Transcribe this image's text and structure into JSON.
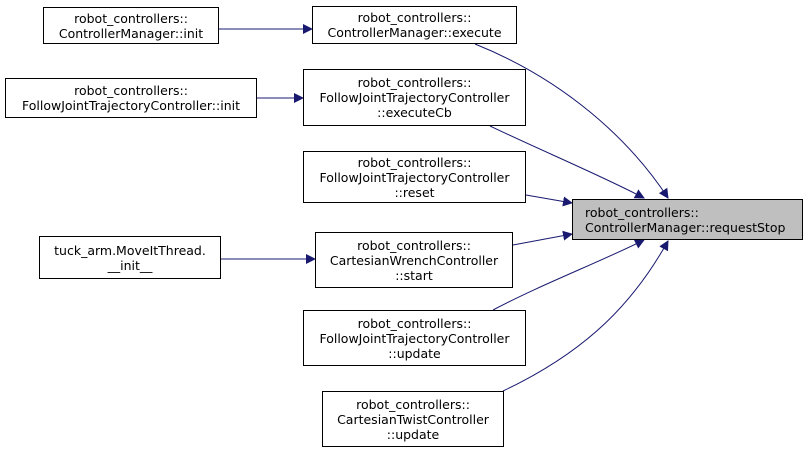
{
  "graph": {
    "edge_color": "#191970",
    "target": {
      "lines": [
        "robot_controllers::",
        "ControllerManager::requestStop"
      ]
    },
    "nodes": {
      "cm_init": {
        "lines": [
          "robot_controllers::",
          "ControllerManager::init"
        ]
      },
      "cm_execute": {
        "lines": [
          "robot_controllers::",
          "ControllerManager::execute"
        ]
      },
      "fjtc_init": {
        "lines": [
          "robot_controllers::",
          "FollowJointTrajectoryController::init"
        ]
      },
      "fjtc_executecb": {
        "lines": [
          "robot_controllers::",
          "FollowJointTrajectoryController",
          "::executeCb"
        ]
      },
      "fjtc_reset": {
        "lines": [
          "robot_controllers::",
          "FollowJointTrajectoryController",
          "::reset"
        ]
      },
      "tuck_init": {
        "lines": [
          "tuck_arm.MoveItThread.",
          "__init__"
        ]
      },
      "cwc_start": {
        "lines": [
          "robot_controllers::",
          "CartesianWrenchController",
          "::start"
        ]
      },
      "fjtc_update": {
        "lines": [
          "robot_controllers::",
          "FollowJointTrajectoryController",
          "::update"
        ]
      },
      "ctc_update": {
        "lines": [
          "robot_controllers::",
          "CartesianTwistController",
          "::update"
        ]
      }
    }
  }
}
